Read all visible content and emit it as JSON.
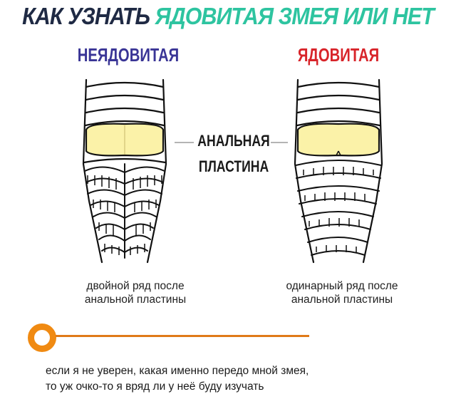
{
  "title": {
    "part1": "КАК УЗНАТЬ ",
    "part2": "ЯДОВИТАЯ ЗМЕЯ ИЛИ НЕТ"
  },
  "columns": {
    "left": {
      "heading": "НЕЯДОВИТАЯ",
      "caption_line1": "двойной ряд после",
      "caption_line2": "анальной пластины"
    },
    "right": {
      "heading": "ЯДОВИТАЯ",
      "caption_line1": "одинарный ряд после",
      "caption_line2": "анальной пластины"
    }
  },
  "center_label": {
    "line1": "АНАЛЬНАЯ",
    "line2": "ПЛАСТИНА"
  },
  "meme": {
    "line1": "если я не уверен, какая именно передо мной змея,",
    "line2": "то уж очко-то я вряд ли у неё буду изучать"
  },
  "colors": {
    "title_dark": "#1f2a44",
    "title_accent": "#2ec4a0",
    "nonvenomous": "#3a3596",
    "venomous": "#d8242a",
    "anal_plate": "#fbf2a8",
    "radio": "#f08a12"
  }
}
